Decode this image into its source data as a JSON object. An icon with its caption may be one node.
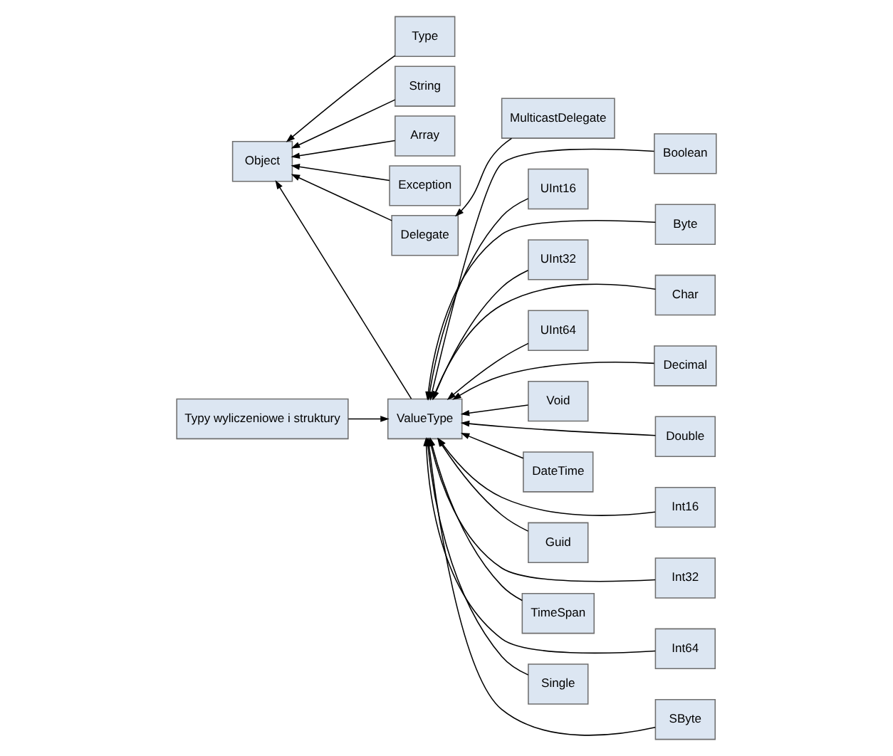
{
  "diagram": {
    "nodes": [
      {
        "text": [
          "Object"
        ]
      },
      {
        "text": [
          "Type"
        ]
      },
      {
        "text": [
          "String"
        ]
      },
      {
        "text": [
          "Array"
        ]
      },
      {
        "text": [
          "Exception"
        ]
      },
      {
        "text": [
          "Delegate"
        ]
      },
      {
        "text": [
          "MulticastDelegate"
        ]
      },
      {
        "text": [
          "Typy wyliczeniowe i struktury"
        ]
      },
      {
        "text": [
          "ValueType"
        ]
      },
      {
        "text": [
          "Boolean"
        ]
      },
      {
        "text": [
          "UInt16"
        ]
      },
      {
        "text": [
          "Byte"
        ]
      },
      {
        "text": [
          "UInt32"
        ]
      },
      {
        "text": [
          "Char"
        ]
      },
      {
        "text": [
          "UInt64"
        ]
      },
      {
        "text": [
          "Decimal"
        ]
      },
      {
        "text": [
          "Void"
        ]
      },
      {
        "text": [
          "Double"
        ]
      },
      {
        "text": [
          "DateTime"
        ]
      },
      {
        "text": [
          "Int16"
        ]
      },
      {
        "text": [
          "Guid"
        ]
      },
      {
        "text": [
          "Int32"
        ]
      },
      {
        "text": [
          "TimeSpan"
        ]
      },
      {
        "text": [
          "Int64"
        ]
      },
      {
        "text": [
          "Single"
        ]
      },
      {
        "text": [
          "SByte"
        ]
      }
    ],
    "edges": [
      {
        "from": 8,
        "to": 0,
        "arrow": "to"
      },
      {
        "from": 1,
        "to": 0,
        "arrow": "to"
      },
      {
        "from": 2,
        "to": 0,
        "arrow": "to"
      },
      {
        "from": 3,
        "to": 0,
        "arrow": "to"
      },
      {
        "from": 4,
        "to": 0,
        "arrow": "to"
      },
      {
        "from": 5,
        "to": 0,
        "arrow": "to"
      },
      {
        "from": 6,
        "to": 5,
        "arrow": "to"
      },
      {
        "from": 7,
        "to": 8,
        "arrow": "to"
      },
      {
        "from": 9,
        "to": 8,
        "arrow": "to"
      },
      {
        "from": 10,
        "to": 8,
        "arrow": "to"
      },
      {
        "from": 11,
        "to": 8,
        "arrow": "to"
      },
      {
        "from": 12,
        "to": 8,
        "arrow": "to"
      },
      {
        "from": 13,
        "to": 8,
        "arrow": "to"
      },
      {
        "from": 14,
        "to": 8,
        "arrow": "to"
      },
      {
        "from": 15,
        "to": 8,
        "arrow": "to"
      },
      {
        "from": 16,
        "to": 8,
        "arrow": "to"
      },
      {
        "from": 17,
        "to": 8,
        "arrow": "to"
      },
      {
        "from": 18,
        "to": 8,
        "arrow": "to"
      },
      {
        "from": 19,
        "to": 8,
        "arrow": "to"
      },
      {
        "from": 20,
        "to": 8,
        "arrow": "to"
      },
      {
        "from": 21,
        "to": 8,
        "arrow": "to"
      },
      {
        "from": 22,
        "to": 8,
        "arrow": "to"
      },
      {
        "from": 23,
        "to": 8,
        "arrow": "to"
      },
      {
        "from": 24,
        "to": 8,
        "arrow": "to"
      },
      {
        "from": 25,
        "to": 8,
        "arrow": "to"
      }
    ]
  }
}
